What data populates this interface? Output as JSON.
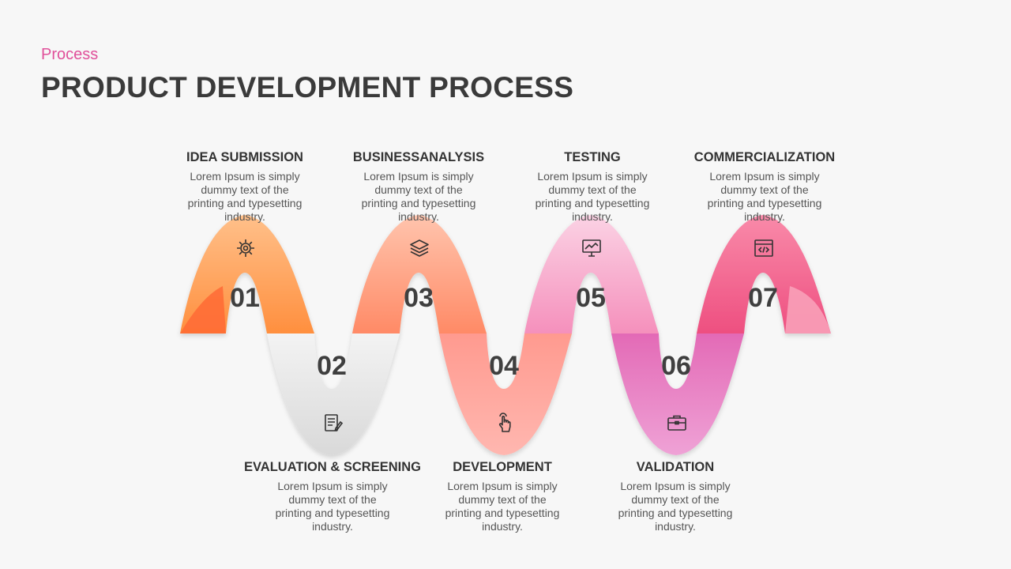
{
  "header": {
    "subtitle": "Process",
    "title": "PRODUCT DEVELOPMENT PROCESS"
  },
  "steps": [
    {
      "num": "01",
      "title": "IDEA SUBMISSION",
      "desc": "Lorem Ipsum is simply dummy text of the printing and typesetting industry.",
      "icon": "gear-icon",
      "color": "#ff9a4a"
    },
    {
      "num": "02",
      "title": "EVALUATION & SCREENING",
      "desc": "Lorem Ipsum is simply dummy text of the printing and typesetting industry.",
      "icon": "edit-document-icon",
      "color": "#e6e6e6"
    },
    {
      "num": "03",
      "title": "BUSINESSANALYSIS",
      "desc": "Lorem Ipsum is simply dummy text of the printing and typesetting industry.",
      "icon": "layers-icon",
      "color": "#ff9d7e"
    },
    {
      "num": "04",
      "title": "DEVELOPMENT",
      "desc": "Lorem Ipsum is simply dummy text of the printing and typesetting industry.",
      "icon": "touch-hand-icon",
      "color": "#ff9f98"
    },
    {
      "num": "05",
      "title": "TESTING",
      "desc": "Lorem Ipsum is simply dummy text of the printing and typesetting industry.",
      "icon": "monitor-chart-icon",
      "color": "#f9b3d0"
    },
    {
      "num": "06",
      "title": "VALIDATION",
      "desc": "Lorem Ipsum is simply dummy text of the printing and typesetting industry.",
      "icon": "briefcase-icon",
      "color": "#e07ac4"
    },
    {
      "num": "07",
      "title": "COMMERCIALIZATION",
      "desc": "Lorem Ipsum is simply dummy text of the printing and typesetting industry.",
      "icon": "code-window-icon",
      "color": "#f2628f"
    }
  ]
}
